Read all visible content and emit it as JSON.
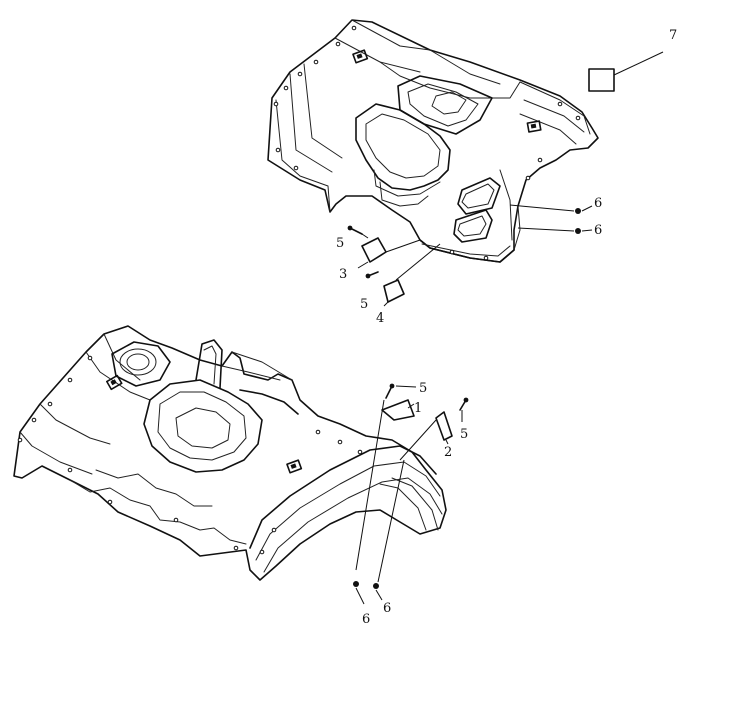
{
  "callouts": {
    "c7": "7",
    "c6a": "6",
    "c6b": "6",
    "c5a": "5",
    "c3": "3",
    "c5b": "5",
    "c4": "4",
    "c5c": "5",
    "c1": "1",
    "c2": "2",
    "c5d": "5",
    "c6c": "6",
    "c6d": "6"
  }
}
